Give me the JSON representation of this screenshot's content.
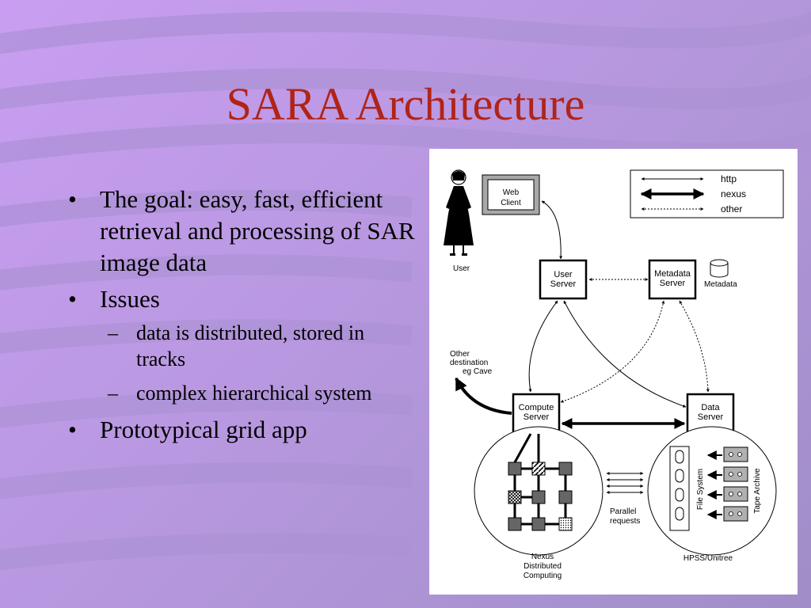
{
  "slide": {
    "title": "SARA Architecture",
    "bullets": [
      {
        "text": "The goal: easy, fast, efficient retrieval and processing of SAR image data"
      },
      {
        "text": "Issues",
        "subs": [
          "data is distributed, stored in tracks",
          "complex hierarchical system"
        ]
      },
      {
        "text": "Prototypical grid app"
      }
    ],
    "bullet_marker": "•",
    "sub_marker": "–"
  },
  "diagram": {
    "legend": {
      "http": "http",
      "nexus": "nexus",
      "other": "other"
    },
    "user_label": "User",
    "web_client": [
      "Web",
      "Client"
    ],
    "user_server": [
      "User",
      "Server"
    ],
    "metadata_server": [
      "Metadata",
      "Server"
    ],
    "metadata_db": "Metadata",
    "other_destination": [
      "Other",
      "destination",
      "eg Cave"
    ],
    "compute_server": [
      "Compute",
      "Server"
    ],
    "data_server": [
      "Data",
      "Server"
    ],
    "parallel_requests": [
      "Parallel",
      "requests"
    ],
    "nexus_caption": [
      "Nexus",
      "Distributed",
      "Computing"
    ],
    "hpss_caption": "HPSS/Unitree",
    "file_system": "File System",
    "tape_archive": "Tape Archive"
  }
}
